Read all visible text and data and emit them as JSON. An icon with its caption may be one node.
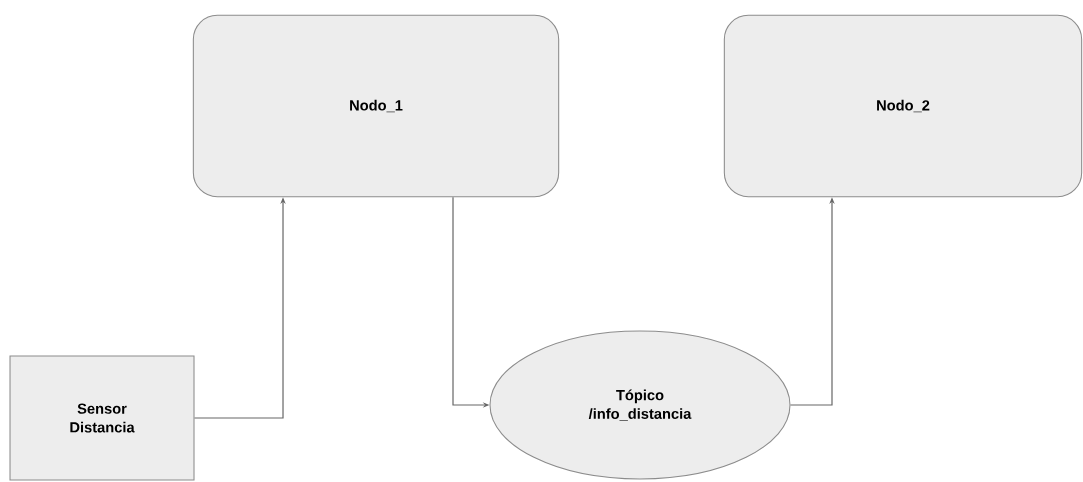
{
  "diagram": {
    "nodes": [
      {
        "text": [
          "Nodo_1"
        ]
      },
      {
        "text": [
          "Nodo_2"
        ]
      },
      {
        "text": [
          "Sensor Distancia"
        ]
      },
      {
        "text": [
          "Tópico /info_distancia"
        ]
      }
    ],
    "edges": [
      {
        "from": 2,
        "to": 0,
        "arrow": "to"
      },
      {
        "from": 0,
        "to": 3,
        "arrow": "to"
      },
      {
        "from": 3,
        "to": 1,
        "arrow": "to"
      }
    ]
  }
}
